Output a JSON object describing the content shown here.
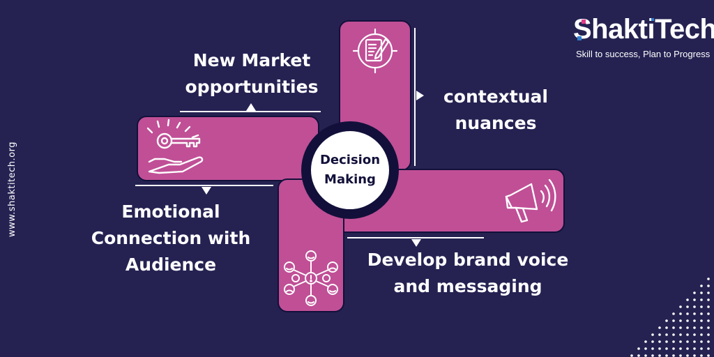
{
  "brand": {
    "name_part1": "Sh",
    "name_part2": "akti",
    "name_part3": "Tech",
    "tagline": "Skill to success, Plan to Progress",
    "website": "www.shaktitech.org"
  },
  "center": {
    "line1": "Decision",
    "line2": "Making"
  },
  "items": {
    "new_market": {
      "line1": "New Market",
      "line2": "opportunities",
      "icon": "key-hand-icon"
    },
    "contextual": {
      "line1": "contextual",
      "line2": "nuances",
      "icon": "document-pen-icon"
    },
    "emotional": {
      "line1": "Emotional",
      "line2": "Connection with",
      "line3": "Audience",
      "icon": "emotions-network-icon"
    },
    "brand_voice": {
      "line1": "Develop brand voice",
      "line2": "and messaging",
      "icon": "megaphone-icon"
    }
  },
  "colors": {
    "background": "#252252",
    "bar": "#c04f96",
    "outline": "#12103a",
    "accent_blue": "#2d7fd0",
    "accent_pink": "#e23a8a"
  }
}
